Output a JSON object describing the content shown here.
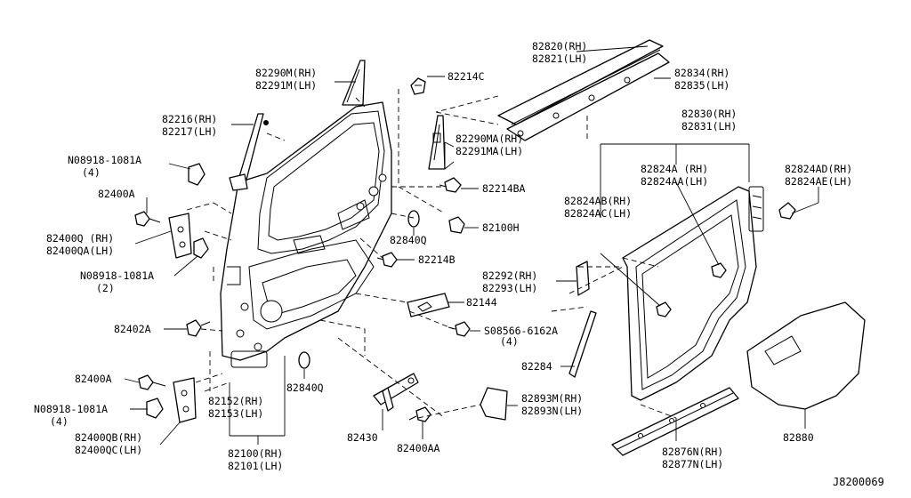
{
  "diagram_code": "J8200069",
  "callouts": {
    "c82820": [
      "82820(RH)",
      "82821(LH)"
    ],
    "c82834": [
      "82834(RH)",
      "82835(LH)"
    ],
    "c82290M": [
      "82290M(RH)",
      "82291M(LH)"
    ],
    "c82214C": [
      "82214C"
    ],
    "c82216": [
      "82216(RH)",
      "82217(LH)"
    ],
    "c08918a": [
      "N08918-1081A",
      "(4)"
    ],
    "c82290MA": [
      "82290MA(RH)",
      "82291MA(LH)"
    ],
    "c82214BA": [
      "82214BA"
    ],
    "c82830": [
      "82830(RH)",
      "82831(LH)"
    ],
    "c82824A": [
      "82824A (RH)",
      "82824AA(LH)"
    ],
    "c82824AD": [
      "82824AD(RH)",
      "82824AE(LH)"
    ],
    "c82400A_top": [
      "82400A"
    ],
    "c82824AB": [
      "82824AB(RH)",
      "82824AC(LH)"
    ],
    "c82100H": [
      "82100H"
    ],
    "c82400Q": [
      "82400Q (RH)",
      "82400QA(LH)"
    ],
    "c82840Q_top": [
      "82840Q"
    ],
    "c82214B": [
      "82214B"
    ],
    "c08918b": [
      "N08918-1081A",
      "(2)"
    ],
    "c82292": [
      "82292(RH)",
      "82293(LH)"
    ],
    "c82144": [
      "82144"
    ],
    "c82402A": [
      "82402A"
    ],
    "c08566": [
      "S08566-6162A",
      "(4)"
    ],
    "c82284": [
      "82284"
    ],
    "c82400A_bot": [
      "82400A"
    ],
    "c82152": [
      "82152(RH)",
      "82153(LH)"
    ],
    "c82840Q_bot": [
      "82840Q"
    ],
    "c08918c": [
      "N08918-1081A",
      "(4)"
    ],
    "c82893M": [
      "82893M(RH)",
      "82893N(LH)"
    ],
    "c82400QB": [
      "82400QB(RH)",
      "82400QC(LH)"
    ],
    "c82430": [
      "82430"
    ],
    "c82400AA": [
      "82400AA"
    ],
    "c82880": [
      "82880"
    ],
    "c82876N": [
      "82876N(RH)",
      "82877N(LH)"
    ],
    "c82100": [
      "82100(RH)",
      "82101(LH)"
    ]
  }
}
